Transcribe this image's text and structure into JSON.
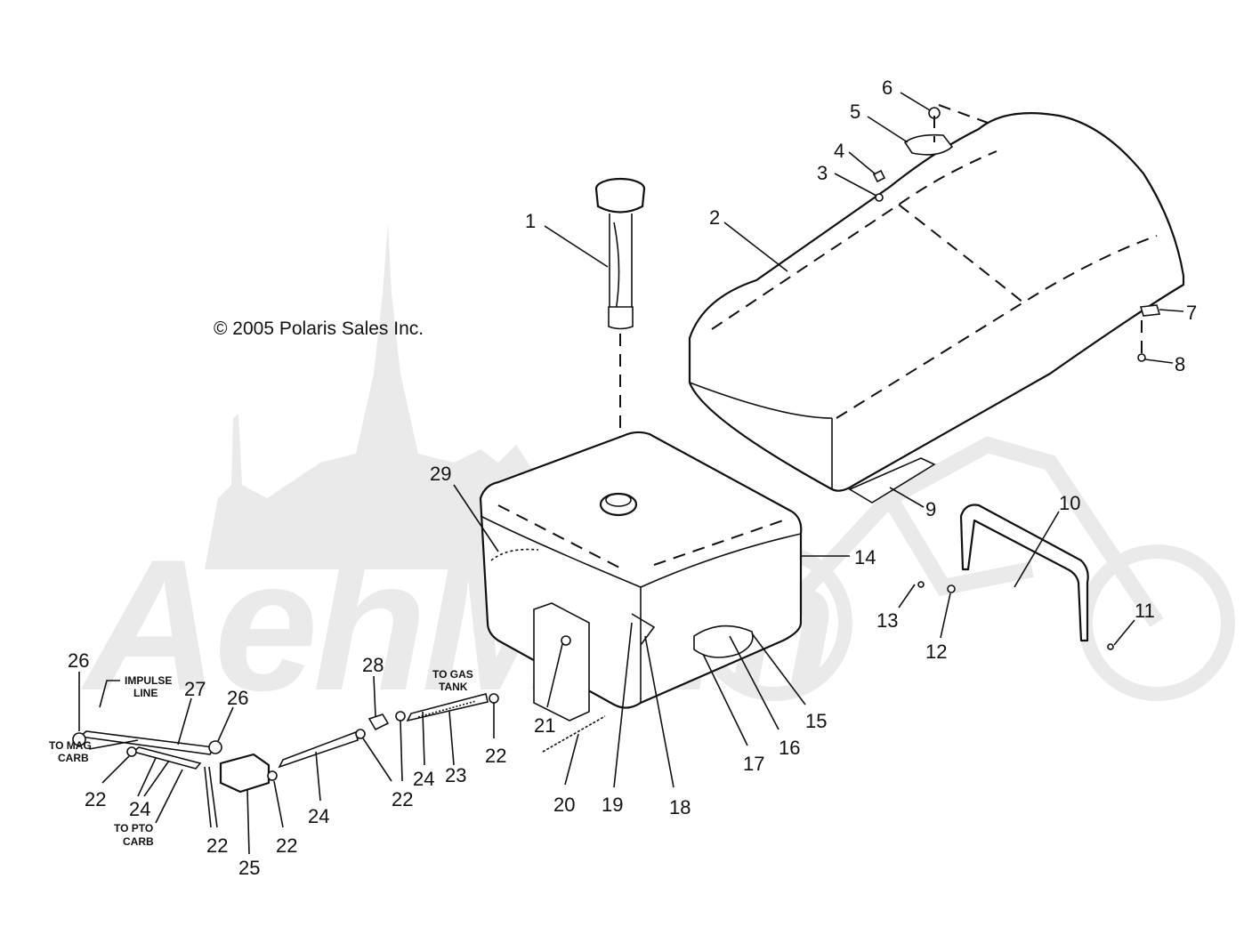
{
  "copyright": "© 2005 Polaris Sales Inc.",
  "callouts": {
    "impulse_line": [
      "IMPULSE",
      "LINE"
    ],
    "to_mag_carb": [
      "TO MAG",
      "CARB"
    ],
    "to_pto_carb": [
      "TO PTO",
      "CARB"
    ],
    "to_gas_tank": [
      "TO GAS",
      "TANK"
    ]
  },
  "part_labels": {
    "p1": "1",
    "p2": "2",
    "p3": "3",
    "p4": "4",
    "p5": "5",
    "p6": "6",
    "p7": "7",
    "p8": "8",
    "p9": "9",
    "p10": "10",
    "p11": "11",
    "p12": "12",
    "p13": "13",
    "p14": "14",
    "p15": "15",
    "p16": "16",
    "p17": "17",
    "p18": "18",
    "p19": "19",
    "p20": "20",
    "p21": "21",
    "p22a": "22",
    "p22b": "22",
    "p22c": "22",
    "p22d": "22",
    "p22e": "22",
    "p23": "23",
    "p24a": "24",
    "p24b": "24",
    "p24c": "24",
    "p25": "25",
    "p26a": "26",
    "p26b": "26",
    "p27": "27",
    "p28": "28",
    "p29": "29"
  }
}
